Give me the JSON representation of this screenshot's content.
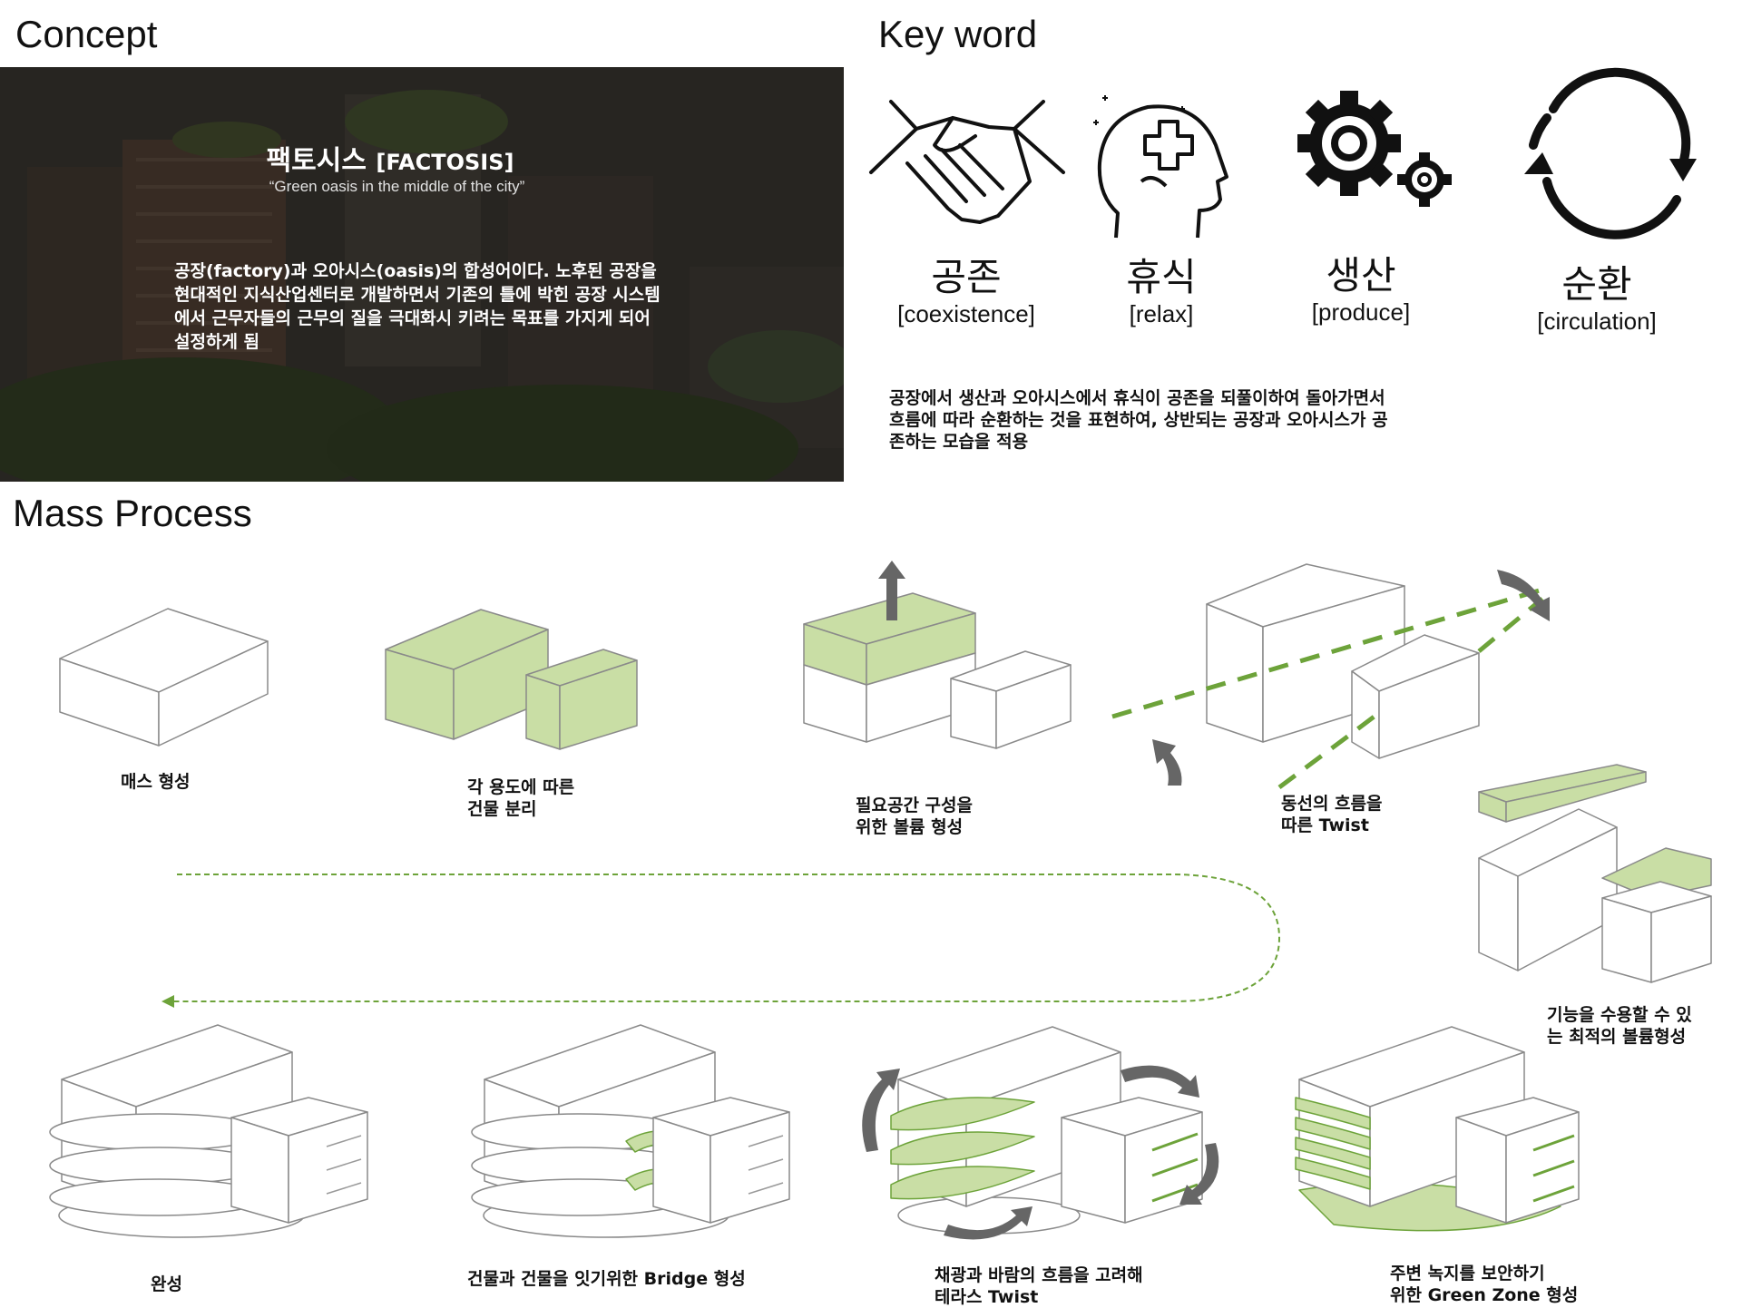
{
  "concept": {
    "heading": "Concept",
    "title": "팩토시스",
    "title_en": "[FACTOSIS]",
    "subtitle": "“Green oasis in the middle of the city”",
    "description": "공장(factory)과 오아시스(oasis)의 합성어이다. 노후된 공장을 현대적인 지식산업센터로 개발하면서 기존의 틀에 박힌 공장 시스템에서 근무자들의 근무의 질을 극대화시 키려는 목표를 가지게 되어 설정하게 됨"
  },
  "keyword": {
    "heading": "Key word",
    "items": [
      {
        "ko": "공존",
        "en": "[coexistence]",
        "icon": "handshake-icon"
      },
      {
        "ko": "휴식",
        "en": "[relax]",
        "icon": "head-cross-icon"
      },
      {
        "ko": "생산",
        "en": "[produce]",
        "icon": "gears-icon"
      },
      {
        "ko": "순환",
        "en": "[circulation]",
        "icon": "circular-arrows-icon"
      }
    ],
    "description": "공장에서 생산과 오아시스에서 휴식이 공존을 되풀이하여 돌아가면서 흐름에 따라 순환하는 것을 표현하여, 상반되는 공장과 오아시스가 공존하는 모습을 적용"
  },
  "mass_process": {
    "heading": "Mass Process",
    "steps": [
      {
        "caption": "매스 형성"
      },
      {
        "caption_1": "각 용도에 따른",
        "caption_2": "건물 분리"
      },
      {
        "caption_1": "필요공간 구성을",
        "caption_2": "위한 볼륨 형성"
      },
      {
        "caption_1": "동선의 흐름을",
        "caption_2": "따른 Twist"
      },
      {
        "caption_1": "기능을 수용할 수 있",
        "caption_2": "는 최적의 볼륨형성"
      },
      {
        "caption_1": "주변 녹지를 보안하기",
        "caption_2": "위한 Green  Zone 형성"
      },
      {
        "caption_1": "채광과 바람의 흐름을 고려해",
        "caption_2": "테라스 Twist"
      },
      {
        "caption": "건물과 건물을 잇기위한 Bridge 형성"
      },
      {
        "caption": "완성"
      }
    ]
  },
  "colors": {
    "green_fill": "#c9dea5",
    "green_stroke": "#6da33a",
    "arrow_gray": "#666666"
  }
}
